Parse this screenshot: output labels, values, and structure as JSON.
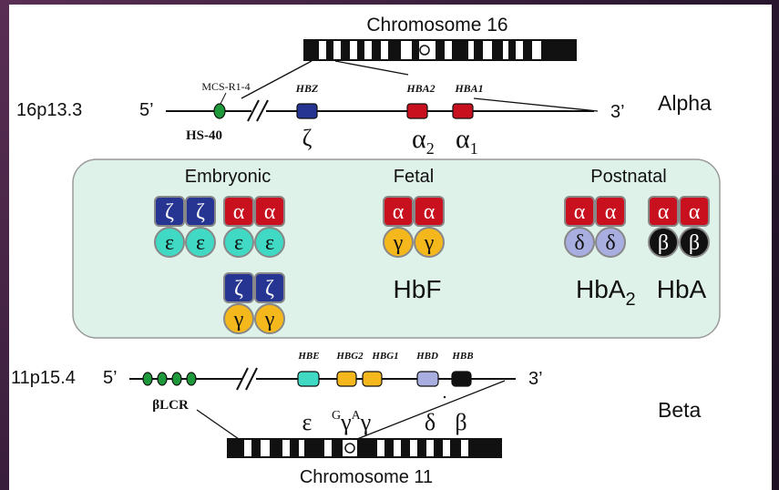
{
  "top": {
    "chromosome_title": "Chromosome 16",
    "locus": "16p13.3",
    "five_prime": "5’",
    "three_prime": "3’",
    "cluster_label": "Alpha",
    "regulatory_label": "MCS-R1-4",
    "hs_label": "HS-40",
    "genes": [
      "HBZ",
      "HBA2",
      "HBA1"
    ],
    "gene_symbols": [
      "ζ",
      "α",
      "α"
    ],
    "gene_subscripts": [
      "",
      "2",
      "1"
    ]
  },
  "middle": {
    "stages": [
      "Embryonic",
      "Fetal",
      "Postnatal"
    ],
    "hemoglobins": {
      "hbf": "HbF",
      "hba2_main": "HbA",
      "hba2_sub": "2",
      "hba": "HbA"
    },
    "chains": {
      "zeta": "ζ",
      "alpha": "α",
      "epsilon": "ε",
      "gamma": "γ",
      "delta": "δ",
      "beta": "β"
    }
  },
  "bottom": {
    "locus": "11p15.4",
    "five_prime": "5’",
    "three_prime": "3’",
    "lcr_label": "βLCR",
    "cluster_label": "Beta",
    "genes": [
      "HBE",
      "HBG2",
      "HBG1",
      "HBD",
      "HBB"
    ],
    "gene_symbols": {
      "epsilon": "ε",
      "g_super": "G",
      "gamma1": "γ",
      "a_super": "A",
      "gamma2": "γ",
      "delta": "δ",
      "beta": "β"
    },
    "chromosome_title": "Chromosome 11"
  },
  "colors": {
    "zeta": "#263592",
    "alpha": "#c8101e",
    "epsilon": "#3fd9c4",
    "gamma": "#f4b81c",
    "delta": "#a8aee0",
    "beta": "#111111",
    "hs40": "#1e9a3a",
    "panel": "#dff2ea"
  }
}
